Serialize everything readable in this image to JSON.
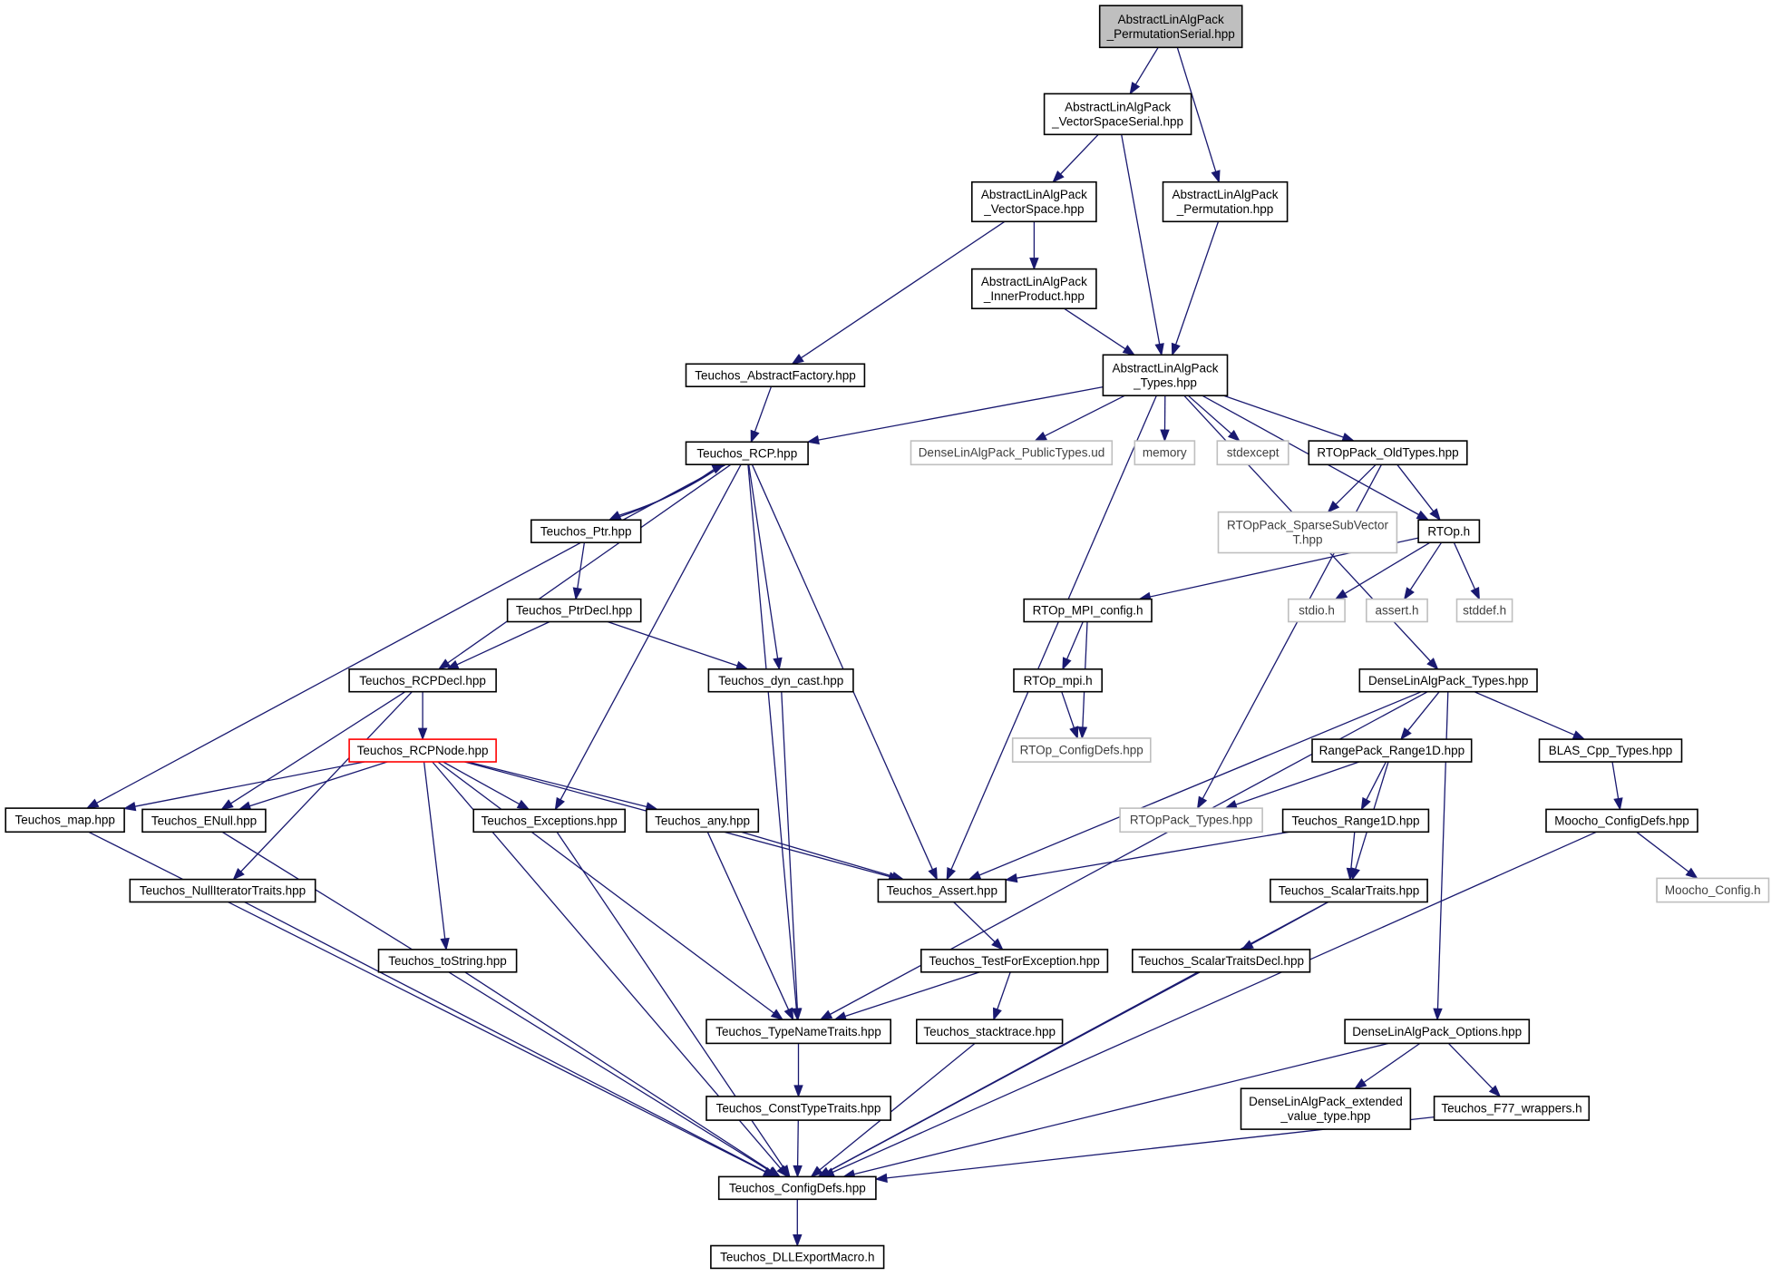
{
  "colors": {
    "edge": "#191970",
    "root_fill": "#bfbfbf",
    "external_border": "#bfbfbf",
    "truncated_border": "#ff0000"
  },
  "nodes": {
    "n1": {
      "label": [
        "AbstractLinAlgPack",
        "_PermutationSerial.hpp"
      ],
      "kind": "root"
    },
    "n2": {
      "label": [
        "AbstractLinAlgPack",
        "_VectorSpaceSerial.hpp"
      ]
    },
    "n3": {
      "label": [
        "AbstractLinAlgPack",
        "_VectorSpace.hpp"
      ]
    },
    "n4": {
      "label": [
        "AbstractLinAlgPack",
        "_Permutation.hpp"
      ]
    },
    "n5": {
      "label": [
        "AbstractLinAlgPack",
        "_InnerProduct.hpp"
      ]
    },
    "n6": {
      "label": [
        "Teuchos_AbstractFactory.hpp"
      ]
    },
    "n7": {
      "label": [
        "AbstractLinAlgPack",
        "_Types.hpp"
      ]
    },
    "n8": {
      "label": [
        "Teuchos_RCP.hpp"
      ]
    },
    "n9": {
      "label": [
        "DenseLinAlgPack_PublicTypes.ud"
      ],
      "kind": "ext"
    },
    "n10": {
      "label": [
        "memory"
      ],
      "kind": "ext"
    },
    "n11": {
      "label": [
        "stdexcept"
      ],
      "kind": "ext"
    },
    "n12": {
      "label": [
        "RTOpPack_OldTypes.hpp"
      ]
    },
    "n13": {
      "label": [
        "Teuchos_Ptr.hpp"
      ]
    },
    "n14": {
      "label": [
        "RTOpPack_SparseSubVector",
        "T.hpp"
      ],
      "kind": "ext"
    },
    "n15": {
      "label": [
        "RTOp.h"
      ]
    },
    "n16": {
      "label": [
        "Teuchos_PtrDecl.hpp"
      ]
    },
    "n17": {
      "label": [
        "RTOp_MPI_config.h"
      ]
    },
    "n18": {
      "label": [
        "stdio.h"
      ],
      "kind": "ext"
    },
    "n19": {
      "label": [
        "assert.h"
      ],
      "kind": "ext"
    },
    "n20": {
      "label": [
        "stddef.h"
      ],
      "kind": "ext"
    },
    "n21": {
      "label": [
        "Teuchos_RCPDecl.hpp"
      ]
    },
    "n22": {
      "label": [
        "Teuchos_dyn_cast.hpp"
      ]
    },
    "n23": {
      "label": [
        "RTOp_mpi.h"
      ]
    },
    "n24": {
      "label": [
        "DenseLinAlgPack_Types.hpp"
      ]
    },
    "n25": {
      "label": [
        "Teuchos_RCPNode.hpp"
      ],
      "kind": "red"
    },
    "n26": {
      "label": [
        "RTOp_ConfigDefs.hpp"
      ],
      "kind": "ext"
    },
    "n27": {
      "label": [
        "RangePack_Range1D.hpp"
      ]
    },
    "n28": {
      "label": [
        "BLAS_Cpp_Types.hpp"
      ]
    },
    "n29": {
      "label": [
        "Teuchos_map.hpp"
      ]
    },
    "n30": {
      "label": [
        "Teuchos_ENull.hpp"
      ]
    },
    "n31": {
      "label": [
        "Teuchos_Exceptions.hpp"
      ]
    },
    "n32": {
      "label": [
        "Teuchos_any.hpp"
      ]
    },
    "n33": {
      "label": [
        "RTOpPack_Types.hpp"
      ],
      "kind": "ext"
    },
    "n34": {
      "label": [
        "Teuchos_Range1D.hpp"
      ]
    },
    "n35": {
      "label": [
        "Moocho_ConfigDefs.hpp"
      ]
    },
    "n36": {
      "label": [
        "Teuchos_NullIteratorTraits.hpp"
      ]
    },
    "n37": {
      "label": [
        "Teuchos_Assert.hpp"
      ]
    },
    "n38": {
      "label": [
        "Teuchos_ScalarTraits.hpp"
      ]
    },
    "n39": {
      "label": [
        "Moocho_Config.h"
      ],
      "kind": "ext"
    },
    "n40": {
      "label": [
        "Teuchos_toString.hpp"
      ]
    },
    "n41": {
      "label": [
        "Teuchos_TestForException.hpp"
      ]
    },
    "n42": {
      "label": [
        "Teuchos_ScalarTraitsDecl.hpp"
      ]
    },
    "n43": {
      "label": [
        "Teuchos_TypeNameTraits.hpp"
      ]
    },
    "n44": {
      "label": [
        "Teuchos_stacktrace.hpp"
      ]
    },
    "n45": {
      "label": [
        "DenseLinAlgPack_Options.hpp"
      ]
    },
    "n46": {
      "label": [
        "Teuchos_ConstTypeTraits.hpp"
      ]
    },
    "n47": {
      "label": [
        "DenseLinAlgPack_extended",
        "_value_type.hpp"
      ]
    },
    "n48": {
      "label": [
        "Teuchos_F77_wrappers.h"
      ]
    },
    "n49": {
      "label": [
        "Teuchos_ConfigDefs.hpp"
      ]
    },
    "n50": {
      "label": [
        "Teuchos_DLLExportMacro.h"
      ]
    }
  },
  "edges": [
    [
      "n1",
      "n2"
    ],
    [
      "n1",
      "n4"
    ],
    [
      "n2",
      "n3"
    ],
    [
      "n2",
      "n7"
    ],
    [
      "n4",
      "n7"
    ],
    [
      "n3",
      "n5"
    ],
    [
      "n3",
      "n6"
    ],
    [
      "n5",
      "n7"
    ],
    [
      "n6",
      "n8"
    ],
    [
      "n7",
      "n8"
    ],
    [
      "n7",
      "n37"
    ],
    [
      "n7",
      "n9"
    ],
    [
      "n7",
      "n10"
    ],
    [
      "n7",
      "n11"
    ],
    [
      "n7",
      "n12"
    ],
    [
      "n7",
      "n15"
    ],
    [
      "n7",
      "n24"
    ],
    [
      "n8",
      "n13"
    ],
    [
      "n13",
      "n8"
    ],
    [
      "n8",
      "n21"
    ],
    [
      "n8",
      "n29"
    ],
    [
      "n8",
      "n31"
    ],
    [
      "n8",
      "n22"
    ],
    [
      "n8",
      "n43"
    ],
    [
      "n8",
      "n37"
    ],
    [
      "n13",
      "n16"
    ],
    [
      "n16",
      "n21"
    ],
    [
      "n16",
      "n22"
    ],
    [
      "n12",
      "n14"
    ],
    [
      "n12",
      "n15"
    ],
    [
      "n12",
      "n33"
    ],
    [
      "n15",
      "n17"
    ],
    [
      "n15",
      "n18"
    ],
    [
      "n15",
      "n19"
    ],
    [
      "n15",
      "n20"
    ],
    [
      "n17",
      "n23"
    ],
    [
      "n17",
      "n26"
    ],
    [
      "n23",
      "n26"
    ],
    [
      "n21",
      "n25"
    ],
    [
      "n21",
      "n30"
    ],
    [
      "n21",
      "n36"
    ],
    [
      "n22",
      "n43"
    ],
    [
      "n25",
      "n29"
    ],
    [
      "n25",
      "n30"
    ],
    [
      "n25",
      "n31"
    ],
    [
      "n25",
      "n32"
    ],
    [
      "n25",
      "n37"
    ],
    [
      "n25",
      "n40"
    ],
    [
      "n25",
      "n43"
    ],
    [
      "n25",
      "n49"
    ],
    [
      "n24",
      "n37"
    ],
    [
      "n24",
      "n43"
    ],
    [
      "n24",
      "n27"
    ],
    [
      "n24",
      "n28"
    ],
    [
      "n24",
      "n45"
    ],
    [
      "n27",
      "n33"
    ],
    [
      "n27",
      "n34"
    ],
    [
      "n27",
      "n38"
    ],
    [
      "n28",
      "n35"
    ],
    [
      "n35",
      "n39"
    ],
    [
      "n35",
      "n49"
    ],
    [
      "n29",
      "n49"
    ],
    [
      "n30",
      "n49"
    ],
    [
      "n31",
      "n49"
    ],
    [
      "n32",
      "n37"
    ],
    [
      "n32",
      "n43"
    ],
    [
      "n34",
      "n37"
    ],
    [
      "n34",
      "n38"
    ],
    [
      "n36",
      "n49"
    ],
    [
      "n37",
      "n41"
    ],
    [
      "n38",
      "n42"
    ],
    [
      "n38",
      "n49"
    ],
    [
      "n40",
      "n49"
    ],
    [
      "n41",
      "n43"
    ],
    [
      "n41",
      "n44"
    ],
    [
      "n42",
      "n49"
    ],
    [
      "n43",
      "n46"
    ],
    [
      "n44",
      "n49"
    ],
    [
      "n45",
      "n47"
    ],
    [
      "n45",
      "n48"
    ],
    [
      "n45",
      "n49"
    ],
    [
      "n46",
      "n49"
    ],
    [
      "n48",
      "n49"
    ],
    [
      "n49",
      "n50"
    ]
  ]
}
